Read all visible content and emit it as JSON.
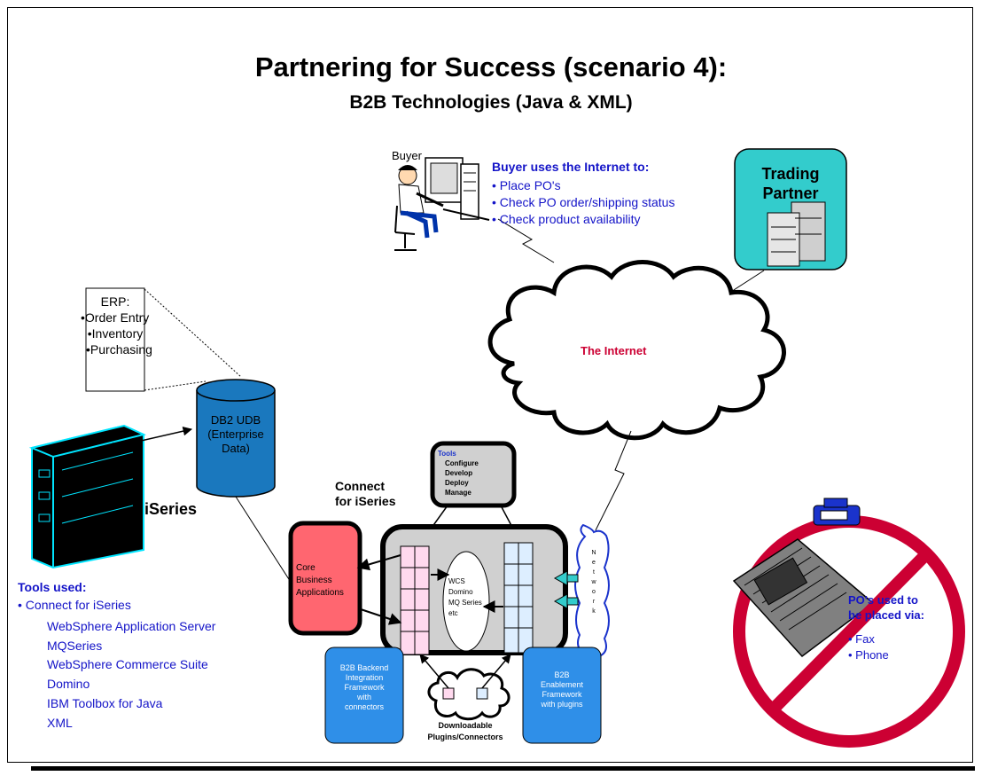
{
  "title": "Partnering for Success (scenario 4):",
  "subtitle": "B2B Technologies (Java & XML)",
  "buyer": {
    "label": "Buyer",
    "heading": "Buyer uses the Internet to:",
    "items": [
      "• Place PO's",
      "• Check PO order/shipping status",
      "• Check product availability"
    ]
  },
  "trading_partner": {
    "line1": "Trading",
    "line2": "Partner"
  },
  "internet": "The Internet",
  "erp": {
    "heading": "ERP:",
    "items": [
      "•Order Entry",
      "•Inventory",
      "•Purchasing"
    ]
  },
  "db2": {
    "line1": "DB2 UDB",
    "line2": "(Enterprise",
    "line3": "Data)"
  },
  "iseries": "iSeries",
  "connect": {
    "line1": "Connect",
    "line2": "for iSeries"
  },
  "tools_box": {
    "heading": "Tools",
    "items": [
      "Configure",
      "Develop",
      "Deploy",
      "Manage"
    ]
  },
  "core": {
    "line1": "Core",
    "line2": "Business",
    "line3": "Applications"
  },
  "wcs": [
    "WCS",
    "Domino",
    "MQ Series",
    "etc"
  ],
  "network": [
    "N",
    "e",
    "t",
    "w",
    "o",
    "r",
    "k"
  ],
  "b2b_backend": [
    "B2B Backend",
    "Integration",
    "Framework",
    "with",
    "connectors"
  ],
  "b2b_enablement": [
    "B2B",
    "Enablement",
    "Framework",
    "with plugins"
  ],
  "downloadable": {
    "line1": "Downloadable",
    "line2": "Plugins/Connectors"
  },
  "tools_used": {
    "heading": "Tools used:",
    "first": "• Connect for iSeries",
    "items": [
      "WebSphere Application Server",
      "MQSeries",
      "WebSphere Commerce Suite",
      "Domino",
      "IBM Toolbox for Java",
      "XML"
    ]
  },
  "po": {
    "line1": "PO's used to",
    "line2": "be placed via:",
    "items": [
      "• Fax",
      "• Phone"
    ]
  },
  "colors": {
    "blue_text": "#1414c8",
    "internet_text": "#cc0033",
    "trading_partner_fill": "#33cccc",
    "db2_fill": "#1a78be",
    "core_fill": "#ff6670",
    "b2b_fill": "#2f8fe8",
    "no_sign": "#cc0033"
  }
}
